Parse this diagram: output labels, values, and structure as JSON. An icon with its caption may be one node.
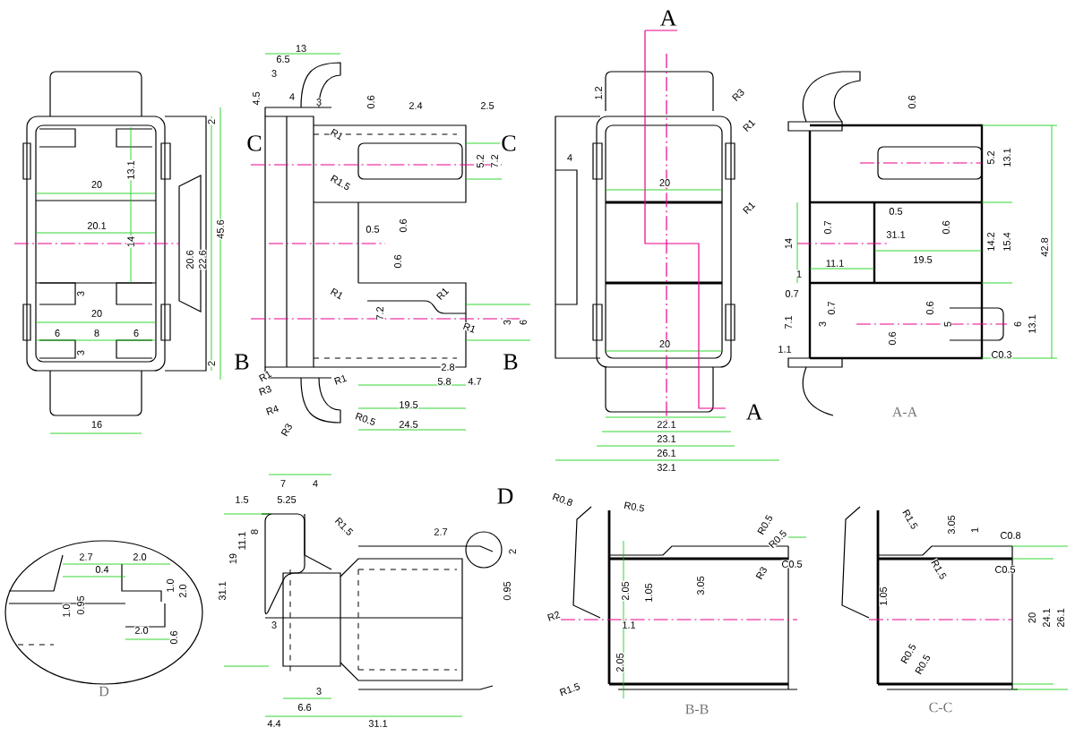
{
  "diagram": {
    "labels": [
      "2",
      "13.1",
      "20",
      "20.1",
      "14",
      "20.6",
      "22.6",
      "45.6",
      "3",
      "20",
      "6",
      "8",
      "6",
      "3",
      "2",
      "16",
      "13",
      "6.5",
      "3",
      "4.5",
      "4",
      "3",
      "0.6",
      "2.4",
      "2.5",
      "C",
      "C",
      "R1",
      "5.2",
      "7.2",
      "R1.5",
      "0.5",
      "0.6",
      "0.6",
      "R1",
      "7.2",
      "R1",
      "R1",
      "3",
      "6",
      "B",
      "B",
      "R1",
      "R3",
      "R1",
      "2.8",
      "5.8",
      "4.7",
      "19.5",
      "R4",
      "R3",
      "R0.5",
      "24.5",
      "A",
      "1.2",
      "R3",
      "R1",
      "4",
      "20",
      "R1",
      "20",
      "A",
      "22.1",
      "23.1",
      "26.1",
      "32.1",
      "0.6",
      "5.2",
      "13.1",
      "0.5",
      "0.7",
      "0.6",
      "31.1",
      "14",
      "14.2",
      "15.4",
      "42.8",
      "11.1",
      "19.5",
      "1",
      "0.7",
      "0.7",
      "0.6",
      "7.1",
      "3",
      "5",
      "6",
      "13.1",
      "0.6",
      "1.1",
      "C0.3",
      "A-A",
      "2.7",
      "2.0",
      "0.4",
      "1.0",
      "2.0",
      "1.0",
      "0.95",
      "2.0",
      "0.6",
      "D",
      "7",
      "4",
      "1.5",
      "5.25",
      "8",
      "11.1",
      "R1.5",
      "D",
      "2.7",
      "2",
      "19",
      "31.1",
      "0.95",
      "3",
      "3",
      "6.6",
      "4.4",
      "31.1",
      "R0.8",
      "R0.5",
      "R0.5",
      "R0.5",
      "2.05",
      "1.05",
      "3.05",
      "R3",
      "C0.5",
      "R2",
      "1.1",
      "2.05",
      "R1.5",
      "B-B",
      "R1.5",
      "3.05",
      "1",
      "C0.8",
      "C0.5",
      "R1.5",
      "1.05",
      "20",
      "24.1",
      "26.1",
      "R0.5",
      "R0.5",
      "C-C"
    ]
  }
}
